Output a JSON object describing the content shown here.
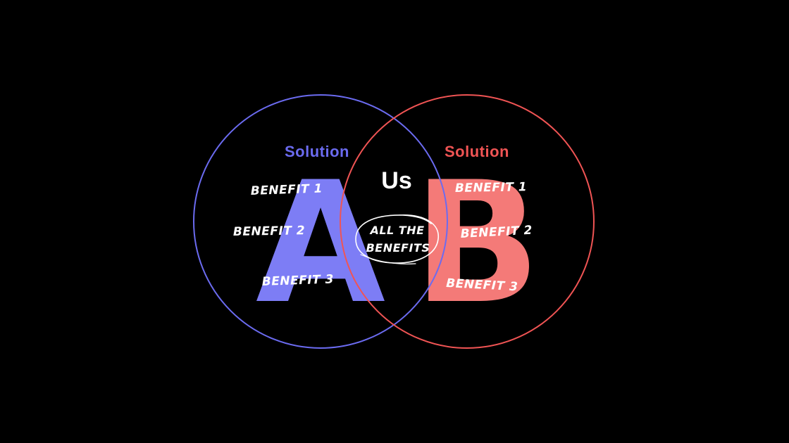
{
  "colors": {
    "background": "#000000",
    "solution_a": "#6b6bf0",
    "solution_a_letter": "#7d7df5",
    "solution_b": "#f05454",
    "solution_b_letter": "#f47a78",
    "text_white": "#ffffff"
  },
  "circle_a": {
    "label": "Solution",
    "letter": "A",
    "benefits": [
      "BENEFIT 1",
      "BENEFIT 2",
      "BENEFIT 3"
    ]
  },
  "circle_b": {
    "label": "Solution",
    "letter": "B",
    "benefits": [
      "BENEFIT 1",
      "BENEFIT 2",
      "BENEFIT 3"
    ]
  },
  "overlap": {
    "label": "Us",
    "highlight_lines": [
      "ALL THE",
      "BENEFITS"
    ]
  }
}
